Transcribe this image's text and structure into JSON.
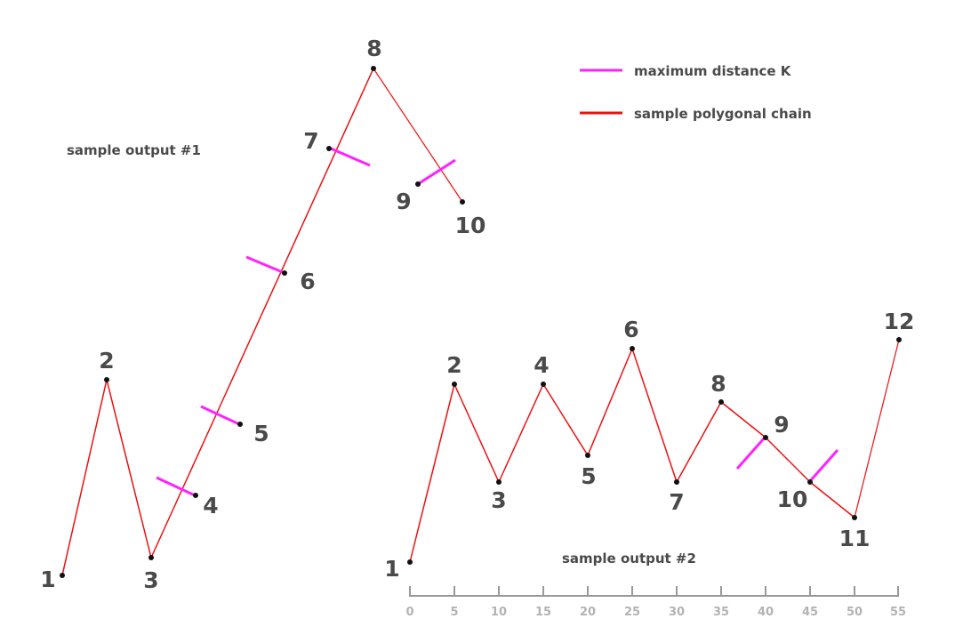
{
  "legend": {
    "items": [
      {
        "label": "maximum distance K",
        "color": "#ff22ff"
      },
      {
        "label": "sample polygonal chain",
        "color": "#ee1111"
      }
    ]
  },
  "output1": {
    "caption": "sample output #1",
    "points": [
      "1",
      "2",
      "3",
      "4",
      "5",
      "6",
      "7",
      "8",
      "9",
      "10"
    ]
  },
  "output2": {
    "caption": "sample output #2",
    "points": [
      "1",
      "2",
      "3",
      "4",
      "5",
      "6",
      "7",
      "8",
      "9",
      "10",
      "11",
      "12"
    ],
    "axis_ticks": [
      "0",
      "5",
      "10",
      "15",
      "20",
      "25",
      "30",
      "35",
      "40",
      "45",
      "50",
      "55"
    ]
  },
  "colors": {
    "chain": "#ee1111",
    "k_line": "#ff22ff",
    "point": "#111111",
    "label": "#4a4a4a",
    "axis": "#999999",
    "tick_label": "#b3b3b3"
  }
}
